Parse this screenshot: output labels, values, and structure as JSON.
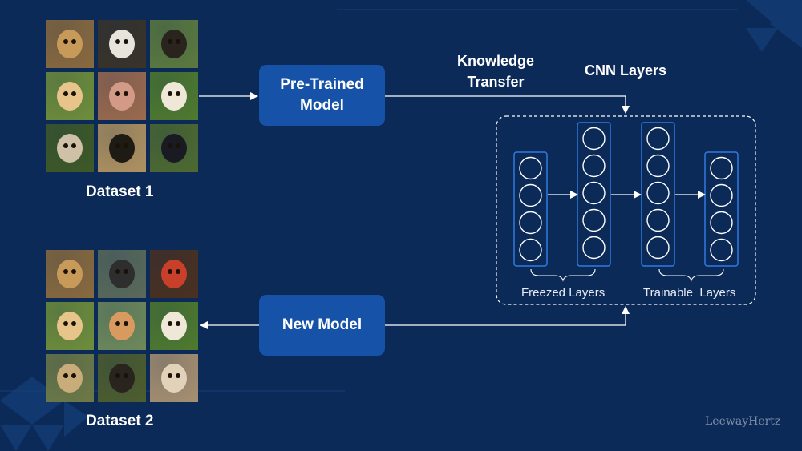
{
  "dataset1": {
    "label": "Dataset 1",
    "tiles": [
      {
        "name": "tarsier-photo",
        "bg": "#8a6a3e",
        "fg": "#c89a5a"
      },
      {
        "name": "tamarin-photo",
        "bg": "#3a3328",
        "fg": "#e8e4dc"
      },
      {
        "name": "chimpanzee-photo",
        "bg": "#5c7a3e",
        "fg": "#2a241e"
      },
      {
        "name": "squirrel-monkey-photo",
        "bg": "#6f8e3a",
        "fg": "#e6c48a"
      },
      {
        "name": "macaque-photo",
        "bg": "#9c6a4e",
        "fg": "#d49a88"
      },
      {
        "name": "capuchin-photo",
        "bg": "#4f7a2e",
        "fg": "#efe8d8"
      },
      {
        "name": "marmoset-photo",
        "bg": "#3e5a26",
        "fg": "#cfc0a8"
      },
      {
        "name": "spider-monkey-photo",
        "bg": "#b09260",
        "fg": "#1e1a14"
      },
      {
        "name": "blue-faced-monkey-photo",
        "bg": "#4e6a30",
        "fg": "#1a1a22"
      }
    ]
  },
  "dataset2": {
    "label": "Dataset 2",
    "tiles": [
      {
        "name": "tarsier-photo",
        "bg": "#8a6a3e",
        "fg": "#c89a5a"
      },
      {
        "name": "gorilla-photo",
        "bg": "#5a6a5a",
        "fg": "#2e2e2e"
      },
      {
        "name": "mandrill-photo",
        "bg": "#4a3020",
        "fg": "#c8402a"
      },
      {
        "name": "squirrel-monkey-photo",
        "bg": "#6f8e3a",
        "fg": "#e6c48a"
      },
      {
        "name": "proboscis-monkey-photo",
        "bg": "#6e8a5a",
        "fg": "#d89a5e"
      },
      {
        "name": "capuchin-photo",
        "bg": "#4f7a2e",
        "fg": "#efe8d8"
      },
      {
        "name": "baboon-photo",
        "bg": "#6e7a46",
        "fg": "#c8ac7a"
      },
      {
        "name": "chimpanzee-photo",
        "bg": "#4e5e2e",
        "fg": "#2a241e"
      },
      {
        "name": "hamadryas-baboon-photo",
        "bg": "#a89070",
        "fg": "#e2d2ba"
      }
    ]
  },
  "pretrained_model": {
    "label": "Pre-Trained Model"
  },
  "new_model": {
    "label": "New Model"
  },
  "knowledge_transfer": {
    "label": "Knowledge Transfer"
  },
  "cnn_layers": {
    "label": "CNN Layers"
  },
  "freezed_layers": {
    "label": "Freezed Layers"
  },
  "trainable_layers": {
    "label": "Trainable  Layers"
  },
  "watermark": {
    "label": "LeewayHertz"
  },
  "colors": {
    "background": "#0c2a57",
    "box": "#1552a8",
    "layer_outline": "#2f7ae0",
    "arrow": "#ffffff",
    "watermark": "#7d8da8"
  }
}
